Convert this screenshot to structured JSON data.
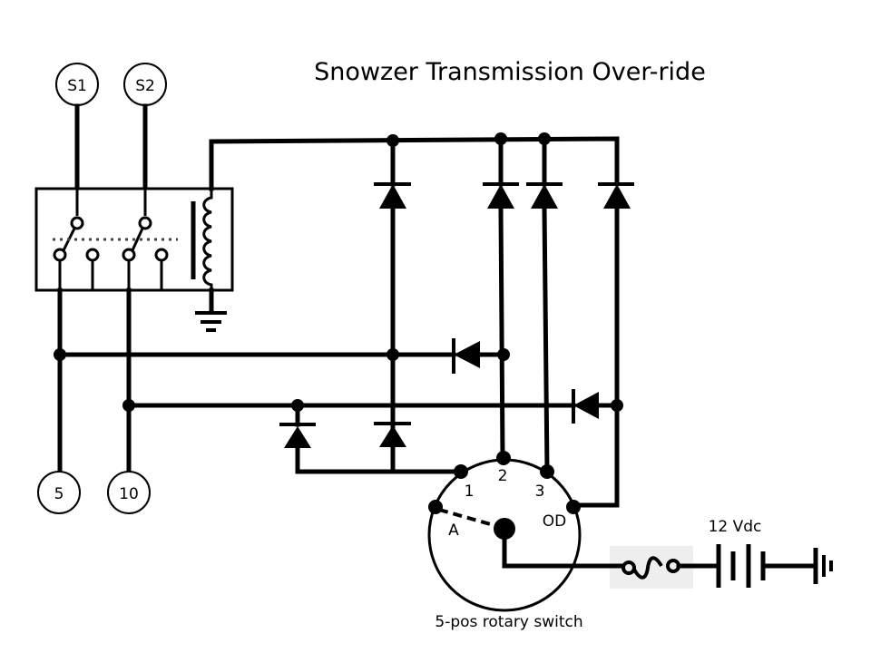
{
  "diagram": {
    "title": "Snowzer Transmission Over-ride",
    "terminals": {
      "s1": "S1",
      "s2": "S2",
      "t5": "5",
      "t10": "10"
    },
    "rotary_switch": {
      "label": "5-pos rotary switch",
      "positions": [
        "A",
        "1",
        "2",
        "3",
        "OD"
      ],
      "selected": "A"
    },
    "power": {
      "battery_label": "12 Vdc"
    },
    "components": {
      "relay": "DPDT relay with coil",
      "diodes_count": 8,
      "fuse": "fuse",
      "ground_symbols": 2
    },
    "colors": {
      "wire": "#000000",
      "background": "#ffffff",
      "fuse_bg": "#eeeeee"
    }
  }
}
